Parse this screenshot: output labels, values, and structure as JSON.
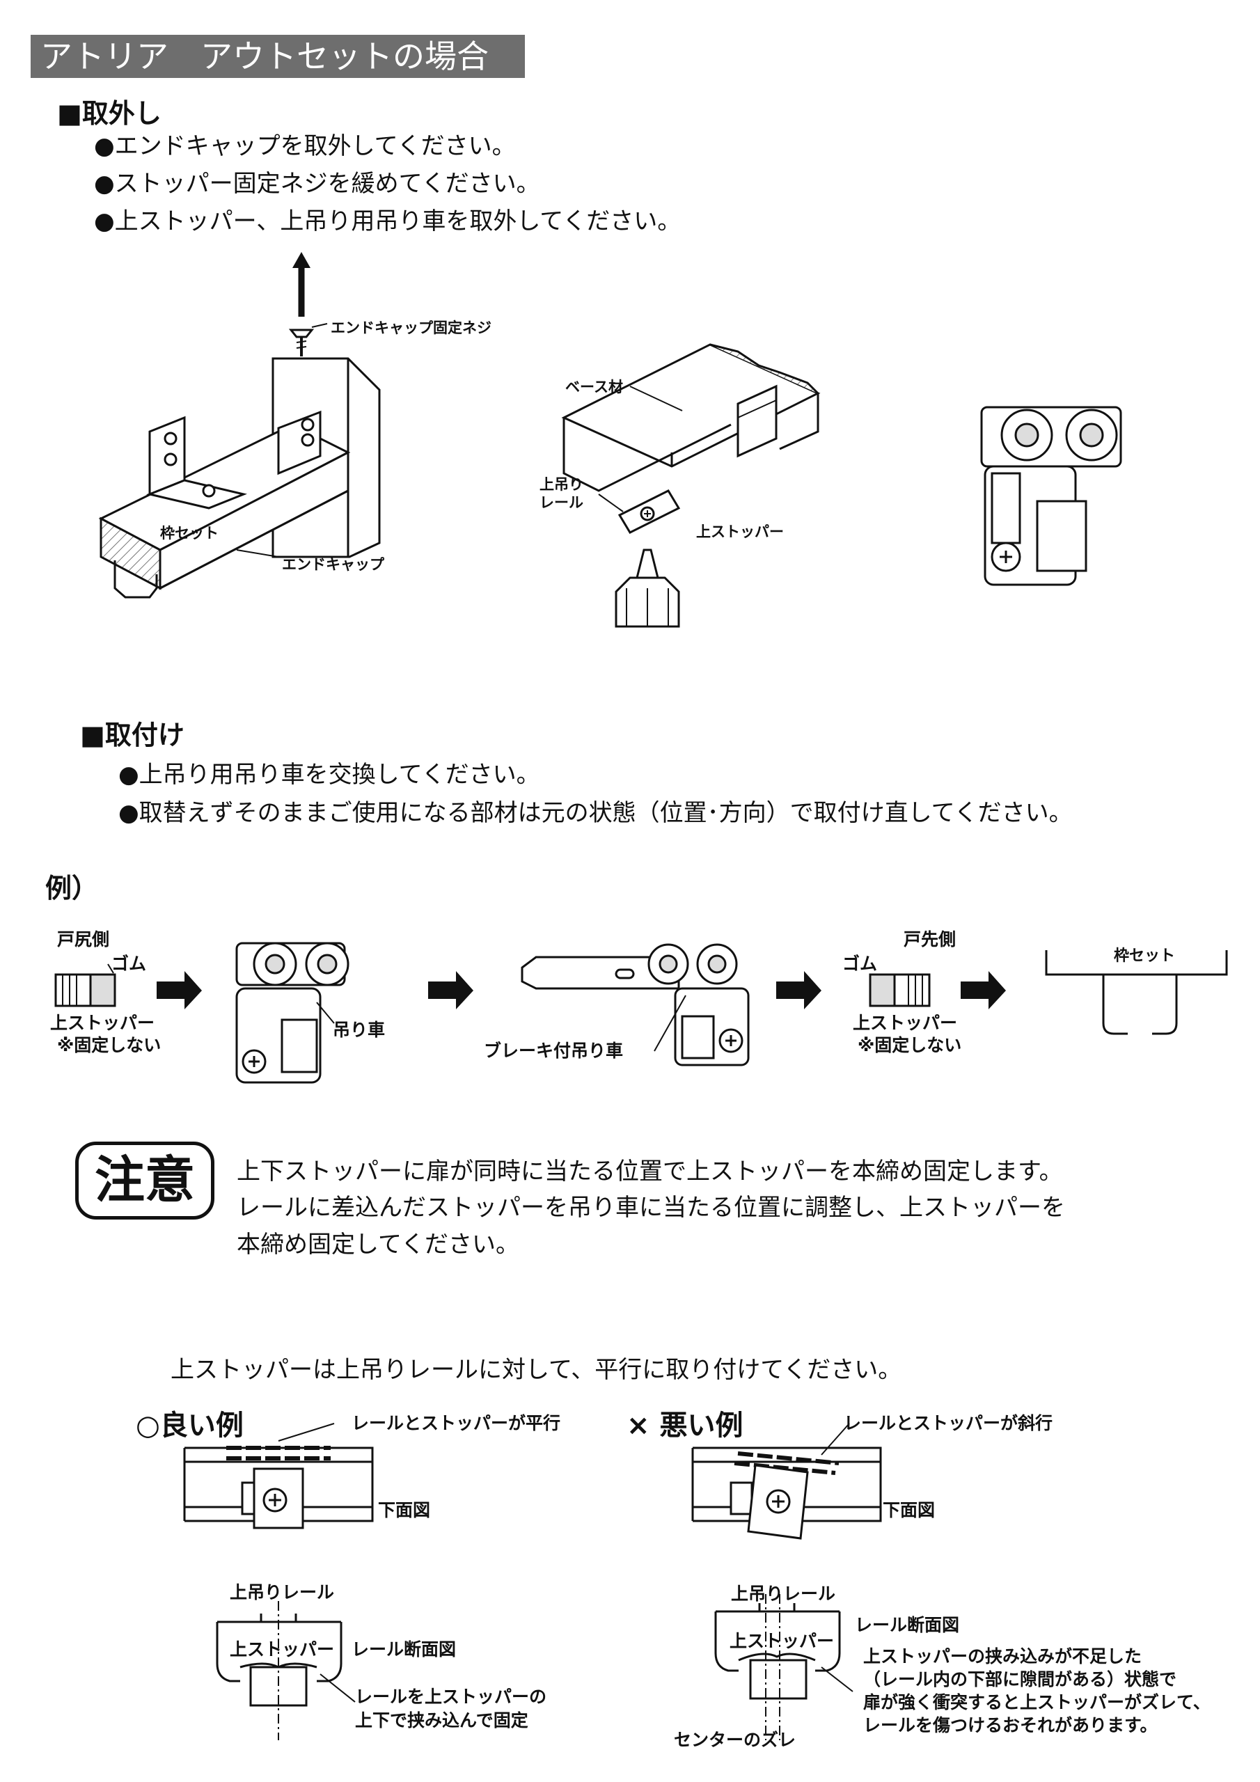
{
  "header": {
    "title": "アトリア　アウトセットの場合"
  },
  "removal": {
    "heading": "■取外し",
    "steps": [
      "●エンドキャップを取外してください。",
      "●ストッパー固定ネジを緩めてください。",
      "●上ストッパー、上吊り用吊り車を取外してください。"
    ],
    "labels": {
      "endcap_screw": "エンドキャップ固定ネジ",
      "frame_set": "枠セット",
      "end_cap": "エンドキャップ",
      "base_material": "ベース材",
      "upper_rail": "上吊り\nレール",
      "upper_stopper": "上ストッパー"
    }
  },
  "install": {
    "heading": "■取付け",
    "steps": [
      "●上吊り用吊り車を交換してください。",
      "●取替えずそのままご使用になる部材は元の状態（位置･方向）で取付け直してください。"
    ]
  },
  "example": {
    "label": "例）",
    "door_tail_side": "戸尻側",
    "door_tip_side": "戸先側",
    "rubber": "ゴム",
    "upper_stopper": "上ストッパー",
    "not_fixed": "※固定しない",
    "hanger_wheel": "吊り車",
    "brake_hanger_wheel": "ブレーキ付吊り車",
    "frame_set": "枠セット"
  },
  "caution": {
    "badge": "注意",
    "lines": [
      "上下ストッパーに扉が同時に当たる位置で上ストッパーを本締め固定します。",
      "レールに差込んだストッパーを吊り車に当たる位置に調整し、上ストッパーを",
      "本締め固定してください。"
    ]
  },
  "parallel": {
    "instruction": "上ストッパーは上吊りレールに対して、平行に取り付けてください。",
    "good": {
      "title": "○良い例",
      "note": "レールとストッパーが平行",
      "bottom_view": "下面図",
      "rail": "上吊りレール",
      "stopper": "上ストッパー",
      "section": "レール断面図",
      "clamp_note_1": "レールを上ストッパーの",
      "clamp_note_2": "上下で挟み込んで固定"
    },
    "bad": {
      "title": "× 悪い例",
      "note": "レールとストッパーが斜行",
      "bottom_view": "下面図",
      "rail": "上吊りレール",
      "stopper": "上ストッパー",
      "section": "レール断面図",
      "center_shift": "センターのズレ",
      "warn_1": "上ストッパーの挟み込みが不足した",
      "warn_2": "（レール内の下部に隙間がある）状態で",
      "warn_3": "扉が強く衝突すると上ストッパーがズレて、",
      "warn_4": "レールを傷つけるおそれがあります。"
    }
  }
}
